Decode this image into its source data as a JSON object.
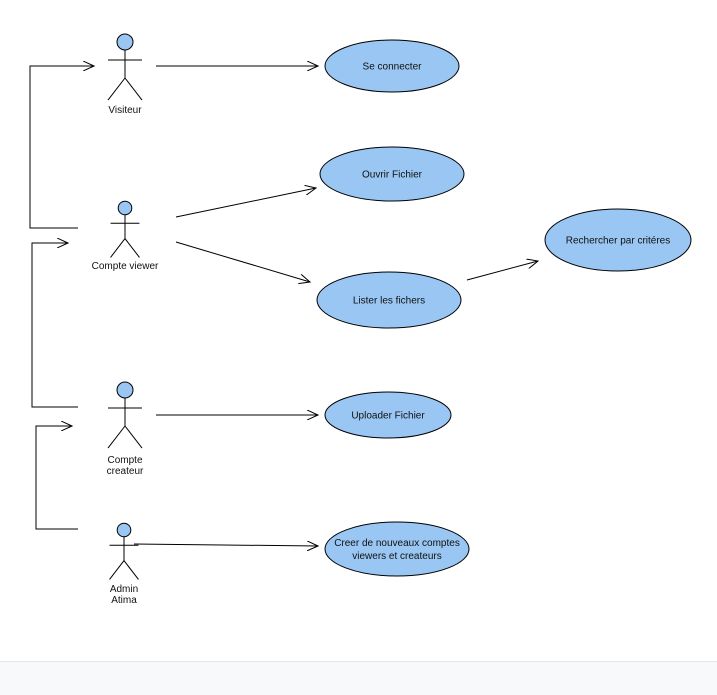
{
  "colors": {
    "fill": "#99c6f2",
    "stroke": "#000000",
    "background": "#ffffff",
    "footer": "#f7f9fb"
  },
  "actors": {
    "visiteur": {
      "label": [
        "Visiteur"
      ]
    },
    "viewer": {
      "label": [
        "Compte viewer"
      ]
    },
    "createur": {
      "label": [
        "Compte",
        "createur"
      ]
    },
    "admin": {
      "label": [
        "Admin",
        "Atima"
      ]
    }
  },
  "usecases": {
    "connecter": {
      "label": [
        "Se connecter"
      ]
    },
    "ouvrir": {
      "label": [
        "Ouvrir Fichier"
      ]
    },
    "lister": {
      "label": [
        "Lister les fichers"
      ]
    },
    "rechercher": {
      "label": [
        "Rechercher par critéres"
      ]
    },
    "uploader": {
      "label": [
        "Uploader Fichier"
      ]
    },
    "creer": {
      "label": [
        "Creer de nouveaux comptes",
        "viewers et createurs"
      ]
    }
  }
}
